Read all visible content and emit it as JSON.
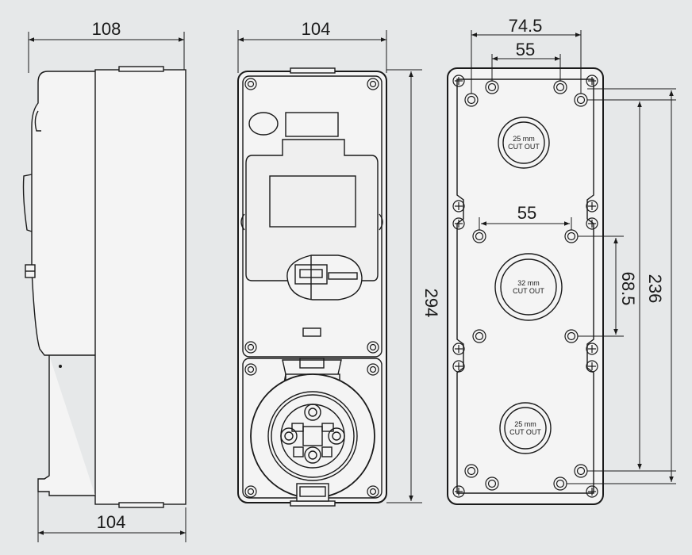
{
  "colors": {
    "background": "#e6e8e9",
    "line": "#1a1a1a",
    "body_fill": "#f4f4f4",
    "panel_fill": "#e9e9e9"
  },
  "dimensions": {
    "side_top_width": "108",
    "side_bottom_width": "104",
    "front_width": "104",
    "front_height": "294",
    "back_outer_holes": "74.5",
    "back_inner_top_holes": "55",
    "back_inner_mid_holes": "55",
    "back_vertical_mid": "68.5",
    "back_vertical_total": "236"
  },
  "labels": {
    "knockout_top_size": "25 mm",
    "knockout_top_text": "CUT OUT",
    "knockout_mid_size": "32 mm",
    "knockout_mid_text": "CUT OUT",
    "knockout_bottom_size": "25 mm",
    "knockout_bottom_text": "CUT OUT"
  }
}
